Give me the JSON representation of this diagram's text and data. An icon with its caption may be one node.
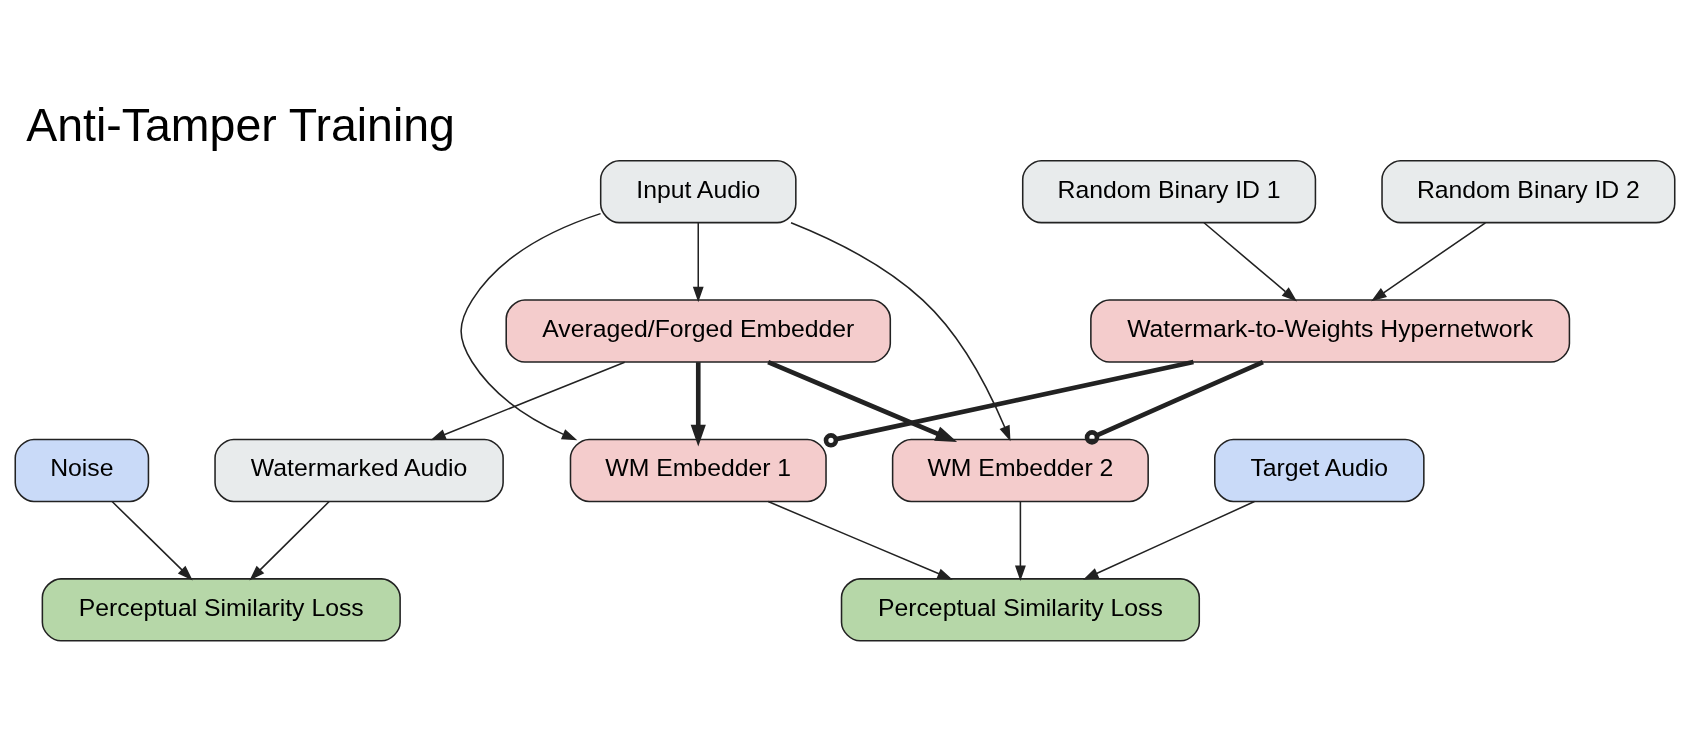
{
  "diagram": {
    "title": "Anti-Tamper Training",
    "nodes": [
      {
        "text": [
          "Target Audio"
        ]
      },
      {
        "text": [
          "Perceptual Similarity Loss"
        ]
      },
      {
        "text": [
          "Noise"
        ]
      },
      {
        "text": [
          "Input Audio"
        ]
      },
      {
        "text": [
          "Random Binary ID 1"
        ]
      },
      {
        "text": [
          "WM Embedder 1"
        ]
      },
      {
        "text": [
          "Perceptual Similarity Loss"
        ]
      },
      {
        "text": [
          "Averaged/Forged Embedder"
        ]
      },
      {
        "text": [
          "Watermark-to-Weights Hypernetwork"
        ]
      },
      {
        "text": [
          "WM Embedder 2"
        ]
      },
      {
        "text": [
          "Watermarked Audio"
        ]
      },
      {
        "text": [
          "Random Binary ID 2"
        ]
      }
    ],
    "edges": [
      {
        "from": 0,
        "to": 1,
        "arrow": "to"
      },
      {
        "from": 2,
        "to": 6,
        "arrow": "to"
      },
      {
        "from": 3,
        "to": 7,
        "arrow": "to"
      },
      {
        "from": 3,
        "to": 5,
        "arrow": "to"
      },
      {
        "from": 3,
        "to": 9,
        "arrow": "to"
      },
      {
        "from": 5,
        "to": 1,
        "arrow": "to"
      },
      {
        "from": 9,
        "to": 1,
        "arrow": "to"
      },
      {
        "from": 7,
        "to": 5,
        "arrow": "to",
        "style": "thick"
      },
      {
        "from": 7,
        "to": 9,
        "arrow": "to",
        "style": "thick"
      },
      {
        "from": 8,
        "to": 5,
        "arrow": "other",
        "style": "thick"
      },
      {
        "from": 8,
        "to": 9,
        "arrow": "other",
        "style": "thick"
      },
      {
        "from": 4,
        "to": 8,
        "arrow": "to"
      },
      {
        "from": 11,
        "to": 8,
        "arrow": "to"
      },
      {
        "from": 7,
        "to": 10,
        "arrow": "to"
      },
      {
        "from": 10,
        "to": 6,
        "arrow": "to"
      }
    ]
  }
}
